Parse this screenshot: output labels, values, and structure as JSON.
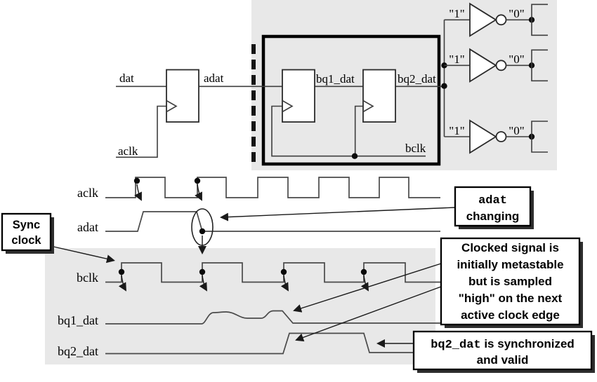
{
  "colors": {
    "background": "#ffffff",
    "panel_gray": "#e8e8e8",
    "wire": "#3f3f3f",
    "callout_border": "#000000",
    "callout_shadow": "#2e2e2e"
  },
  "circuit": {
    "dat_label": "dat",
    "adat_label": "adat",
    "aclk_label": "aclk",
    "bq1_dat_label": "bq1_dat",
    "bq2_dat_label": "bq2_dat",
    "bclk_label": "bclk",
    "inverter_input_label": "\"1\"",
    "inverter_output_label": "\"0\""
  },
  "waveforms": {
    "aclk_label": "aclk",
    "adat_label": "adat",
    "bclk_label": "bclk",
    "bq1_dat_label": "bq1_dat",
    "bq2_dat_label": "bq2_dat"
  },
  "callouts": {
    "sync_clock": {
      "line1": "Sync",
      "line2": "clock"
    },
    "adat_changing": {
      "line1": "adat",
      "line2": "changing"
    },
    "metastable": {
      "line1": "Clocked signal is",
      "line2": "initially metastable",
      "line3": "but is sampled",
      "line4": "\"high\" on the next",
      "line5": "active clock edge"
    },
    "bq2_valid": {
      "signal": "bq2_dat",
      "line1_rest": " is synchronized",
      "line2": "and valid"
    }
  }
}
